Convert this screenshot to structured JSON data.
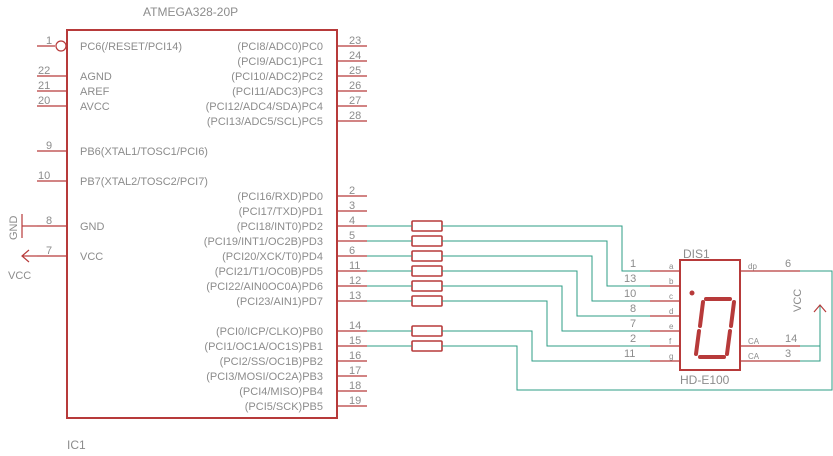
{
  "ic": {
    "part": "ATMEGA328-20P",
    "ref": "IC1",
    "left_pins": [
      {
        "num": "1",
        "label": "PC6(/RESET/PCI14)"
      },
      {
        "num": "22",
        "label": "AGND"
      },
      {
        "num": "21",
        "label": "AREF"
      },
      {
        "num": "20",
        "label": "AVCC"
      },
      {
        "num": "9",
        "label": "PB6(XTAL1/TOSC1/PCI6)"
      },
      {
        "num": "10",
        "label": "PB7(XTAL2/TOSC2/PCI7)"
      },
      {
        "num": "8",
        "label": "GND"
      },
      {
        "num": "7",
        "label": "VCC"
      }
    ],
    "right_pins": [
      {
        "num": "23",
        "label": "(PCI8/ADC0)PC0"
      },
      {
        "num": "24",
        "label": "(PCI9/ADC1)PC1"
      },
      {
        "num": "25",
        "label": "(PCI10/ADC2)PC2"
      },
      {
        "num": "26",
        "label": "(PCI11/ADC3)PC3"
      },
      {
        "num": "27",
        "label": "(PCI12/ADC4/SDA)PC4"
      },
      {
        "num": "28",
        "label": "(PCI13/ADC5/SCL)PC5"
      },
      {
        "num": "2",
        "label": "(PCI16/RXD)PD0"
      },
      {
        "num": "3",
        "label": "(PCI17/TXD)PD1"
      },
      {
        "num": "4",
        "label": "(PCI18/INT0)PD2"
      },
      {
        "num": "5",
        "label": "(PCI19/INT1/OC2B)PD3"
      },
      {
        "num": "6",
        "label": "(PCI20/XCK/T0)PD4"
      },
      {
        "num": "11",
        "label": "(PCI21/T1/OC0B)PD5"
      },
      {
        "num": "12",
        "label": "(PCI22/AIN0OC0A)PD6"
      },
      {
        "num": "13",
        "label": "(PCI23/AIN1)PD7"
      },
      {
        "num": "14",
        "label": "(PCI0/ICP/CLKO)PB0"
      },
      {
        "num": "15",
        "label": "(PCI1/OC1A/OC1S)PB1"
      },
      {
        "num": "16",
        "label": "(PCI2/SS/OC1B)PB2"
      },
      {
        "num": "17",
        "label": "(PCI3/MOSI/OC2A)PB3"
      },
      {
        "num": "18",
        "label": "(PCI4/MISO)PB4"
      },
      {
        "num": "19",
        "label": "(PCI5/SCK)PB5"
      }
    ]
  },
  "display": {
    "ref": "DIS1",
    "part": "HD-E100",
    "left_pins": [
      {
        "num": "1",
        "seg": "a"
      },
      {
        "num": "13",
        "seg": "b"
      },
      {
        "num": "10",
        "seg": "c"
      },
      {
        "num": "8",
        "seg": "d"
      },
      {
        "num": "7",
        "seg": "e"
      },
      {
        "num": "2",
        "seg": "f"
      },
      {
        "num": "11",
        "seg": "g"
      }
    ],
    "right_pins": [
      {
        "num": "6",
        "label": "dp"
      },
      {
        "num": "14",
        "label": "CA"
      },
      {
        "num": "3",
        "label": "CA"
      }
    ]
  },
  "supplies": {
    "gnd": "GND",
    "vcc_left": "VCC",
    "vcc_right": "VCC"
  },
  "colors": {
    "part_outline": "#b73a3a",
    "wire": "#2e9c86",
    "text": "#8c8c8c"
  }
}
